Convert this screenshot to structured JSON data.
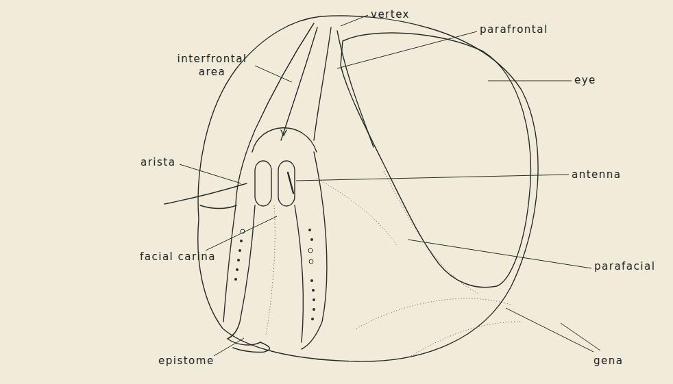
{
  "diagram": {
    "labels": [
      "vertex",
      "interfrontal area",
      "parafrontal",
      "eye",
      "arista",
      "antenna",
      "facial carina",
      "parafacial",
      "epistome",
      "gena"
    ]
  }
}
